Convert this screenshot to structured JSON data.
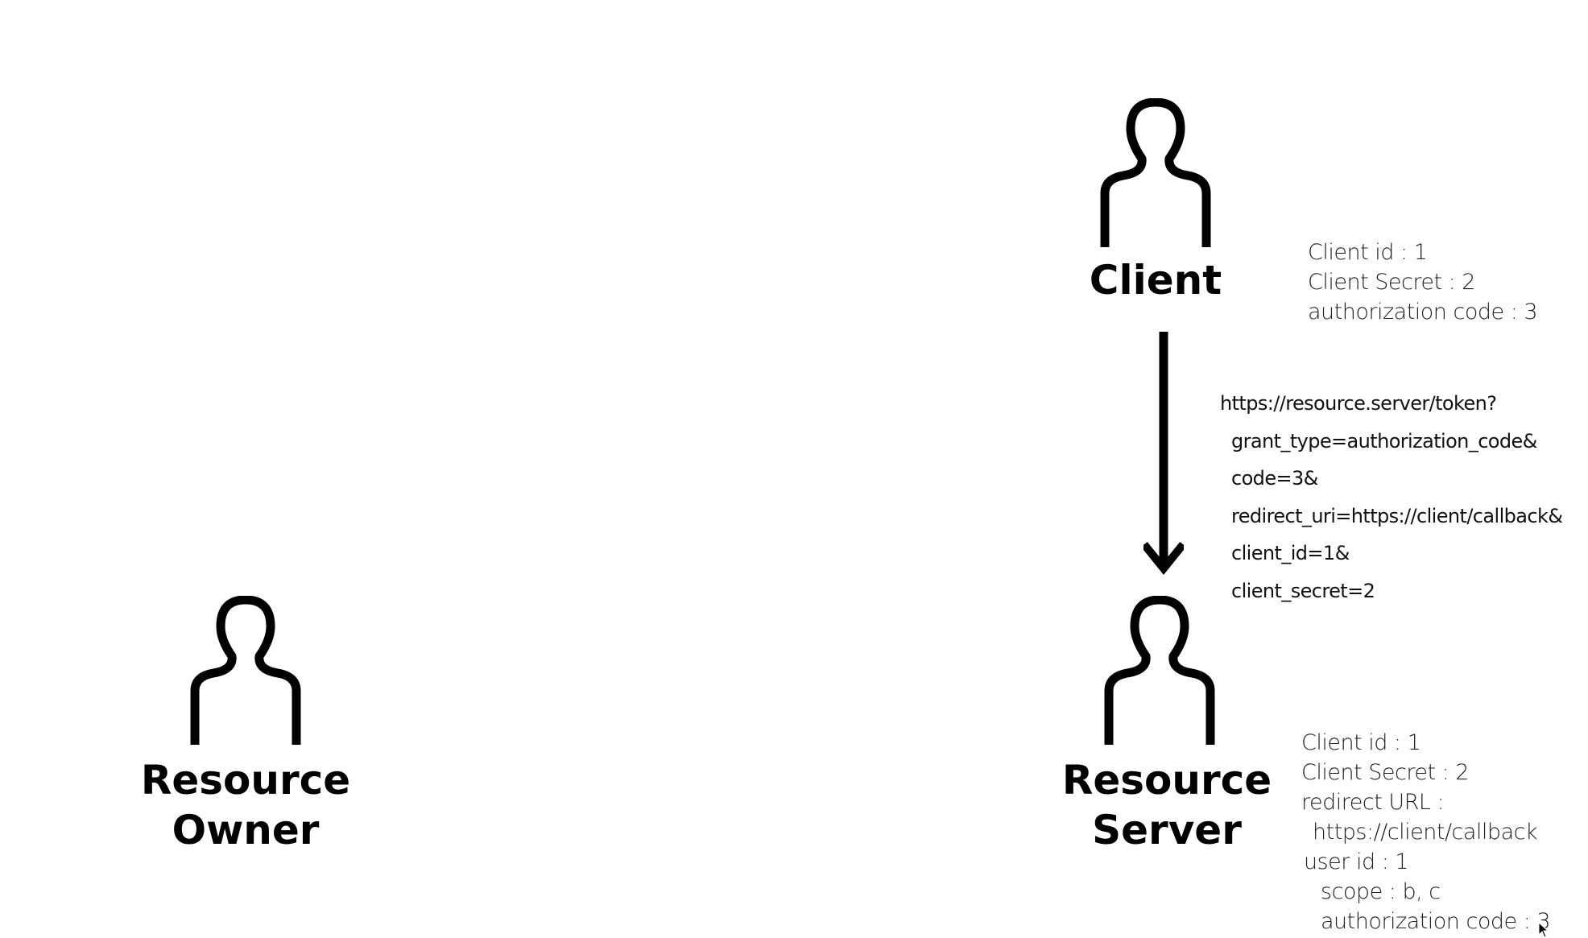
{
  "actors": {
    "client": {
      "label": "Client",
      "icon": "person-icon"
    },
    "resource_server": {
      "label_line1": "Resource",
      "label_line2": "Server",
      "icon": "person-icon"
    },
    "resource_owner": {
      "label_line1": "Resource",
      "label_line2": "Owner",
      "icon": "person-icon"
    }
  },
  "client_info": [
    "Client id : 1",
    "Client Secret : 2",
    "authorization code : 3"
  ],
  "token_request": [
    "https://resource.server/token?",
    "grant_type=authorization_code&",
    "code=3&",
    "redirect_uri=https://client/callback&",
    "client_id=1&",
    "client_secret=2"
  ],
  "server_info": [
    "Client id : 1",
    "Client Secret : 2",
    "redirect URL :",
    "https://client/callback",
    "user id : 1",
    "scope : b, c",
    "authorization code : 3"
  ],
  "colors": {
    "ink": "#000000",
    "background": "#ffffff"
  }
}
